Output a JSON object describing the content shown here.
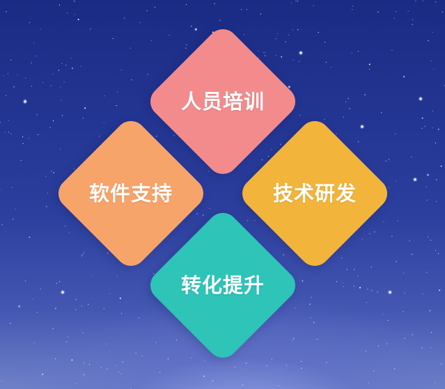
{
  "items": [
    {
      "label": "人员培训",
      "color": "#f38b8c"
    },
    {
      "label": "软件支持",
      "color": "#f7a46a"
    },
    {
      "label": "技术研发",
      "color": "#f2b43b"
    },
    {
      "label": "转化提升",
      "color": "#2ec4b8"
    }
  ]
}
